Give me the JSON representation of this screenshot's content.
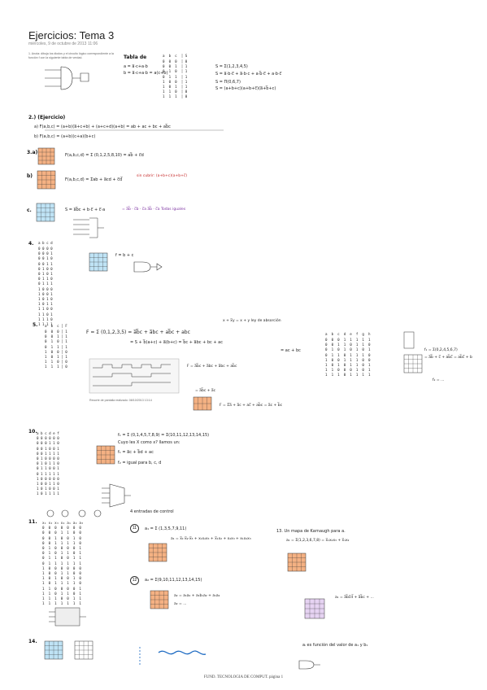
{
  "header": {
    "title": "Ejercicios: Tema 3",
    "date": "miércoles, 9 de octubre de 2013",
    "time": "11:06"
  },
  "intro_note": "1. Anota: dibuja los diodos y el circuito lógico correspondiente a la función f con la siguiente tabla de verdad.",
  "ex1": {
    "tabla_label": "Tabla de",
    "eq1": "a = a̅·c+a·b",
    "eq2": "b = a̅·c+a·b = a(c+b)",
    "r1": "S = Σ(1,2,3,4,5)",
    "r2": "S = a̅·b·c̅ + a̅·b·c + a·b̅·c̅ + a·b·c̅",
    "r3": "S = Π(0,6,7)",
    "r4": "S = (a+b+c)(a+b+c̅)(a̅+b̅+c)",
    "table_header": "a  b  c  │ S",
    "table_rows": "0  0  0  │ 0\n0  0  1  │ 1\n0  1  0  │ 1\n0  1  1  │ 1\n1  0  0  │ 1\n1  0  1  │ 1\n1  1  0  │ 0\n1  1  1  │ 0"
  },
  "ex2": {
    "label": "2.) (Ejercicio)",
    "a": "a) F(a,b,c) = (a+b)(a̅+c+b) + (a+c+d)(a+b) = ab + ac + bc + ab̅c",
    "b": "b) F(a,b,c) = (a+b)(c+a)(b+c)"
  },
  "ex3": {
    "label": "3.a)",
    "eq": "F(a,b,c,d) = Σ (0,1,2,5,8,10) = ab̅ + c̅d",
    "b_label": "b)",
    "b_eq": "F(a,b,c,d) = Σ̅ab + a̅cd + c̅d̅",
    "b_red": "sin cubrir: (a+b+c)(a+b+c̅)"
  },
  "ex3c": {
    "label": "c.",
    "eq": "S = a̅b̅c + b·c̅ + c̅·a",
    "purple": "= a̅b̅ · c̅b · c̅a   a̅b̅ · c̅a   Todas iguales"
  },
  "ex4": {
    "label": "4.",
    "table_header": "a b c d",
    "table_rows": "0 0 0 0\n0 0 0 1\n0 0 1 0\n0 0 1 1\n0 1 0 0\n0 1 0 1\n0 1 1 0\n0 1 1 1\n1 0 0 0\n1 0 0 1\n1 0 1 0\n1 0 1 1\n1 1 0 0\n1 1 0 1\n1 1 1 0\n1 1 1 1",
    "eq": "f = b + c"
  },
  "ex5": {
    "label": "5.",
    "main_eq": "F = Σ (0,1,2,3,5) = a̅b̅c + a̅bc + ab̅c + abc",
    "note": "x + x̅y = x + y   ley de absorción",
    "line2": "= S + b̅(a+c) + a̅(b+c) = b̅c + a̅bc + bc + ac",
    "line3": "= ac + bc",
    "table_header": "a  b  c │ F",
    "table_rows": "0  0  0 │ 1\n0  0  1 │ 1\n0  1  0 │ 1\n0  1  1 │ 1\n1  0  0 │ 0\n1  0  1 │ 1\n1  1  0 │ 0\n1  1  1 │ 0",
    "caption": "Recorte de pantalla realizado: 08/10/2013 13:14",
    "fp1": "F = a̅b̅c + a̅bc + a̅bc + ab̅c",
    "fp2": "= a̅b̅c + a̅c",
    "fp3": "F = Σ̅a̅ + a̅c + ac̅ + ab̅c = a̅c + b̅c"
  },
  "ex6": {
    "header": "a  b  c  d  e  f  g  h",
    "rows": "0  0  0  1  1  1  1  1\n0  0  1  1  0  1  1  0\n0  1  0  1  0  1  0  1\n0  1  1  0  1  1  1  0\n1  0  0  1  1  1  0  0\n1  0  1  0  1  1  0  1\n1  1  0  0  0  1  0  1\n1  1  1  0  1  1  1  1",
    "eq1": "f₁ = Σ(0,2,4,5,6,7)",
    "eq2": "= a̅b̅ + c̅ + ab̅c̅ = ab̅c̅ + b",
    "eq3": "f₂ = ..."
  },
  "ex10": {
    "label": "10.",
    "eq1": "f₁ = Σ (0,1,4,5,7,8,9) = Σ(10,11,12,13,14,15)",
    "note1": "Cuyo les X como x? llamos un:",
    "eq2": "f₁ = a̅c + b̅d + ac",
    "eq3": "f₂ = igual para b, c, d",
    "note2": "4 entradas de control"
  },
  "ex11": {
    "label": "11.",
    "circ1": "11",
    "eq1": "a₁ = Σ (1,3,5,7,9,11)",
    "eq2": "a₁ = x̅₁·x̅₂·x̅₃ + x₁x₂x₃ + x̅₁x₂ + x₂x₃ + x₁x₂x₃",
    "circ2": "12",
    "eq3": "a₂ = Σ(9,10,11,12,13,14,15)",
    "eq4": "a₂ = a₁a₂ + a₁b₁a₂ + a₁a₂",
    "eq5": "a₂ = ..."
  },
  "ex13": {
    "label": "13. Un mapa de Karnaugh para a.",
    "eq1": "a₁ = Σ(1,2,3,6,7,8) = x̅₁x₂x₃ + x̅₁x₂",
    "eq2": "a₁ = a̅b̅c̅d̅ + a̅b̅c + ...",
    "eq3": "aᵢ es función del valor de a₁ y b₁"
  },
  "ex14": {
    "label": "14."
  },
  "footer": "FUND. TECNOLOGIA DE COMPUT. página 1",
  "colors": {
    "red": "#c62828",
    "purple": "#7b2fa0",
    "blue": "#1565c0",
    "orange": "#f4b183",
    "lightblue": "#bfe3f5"
  }
}
